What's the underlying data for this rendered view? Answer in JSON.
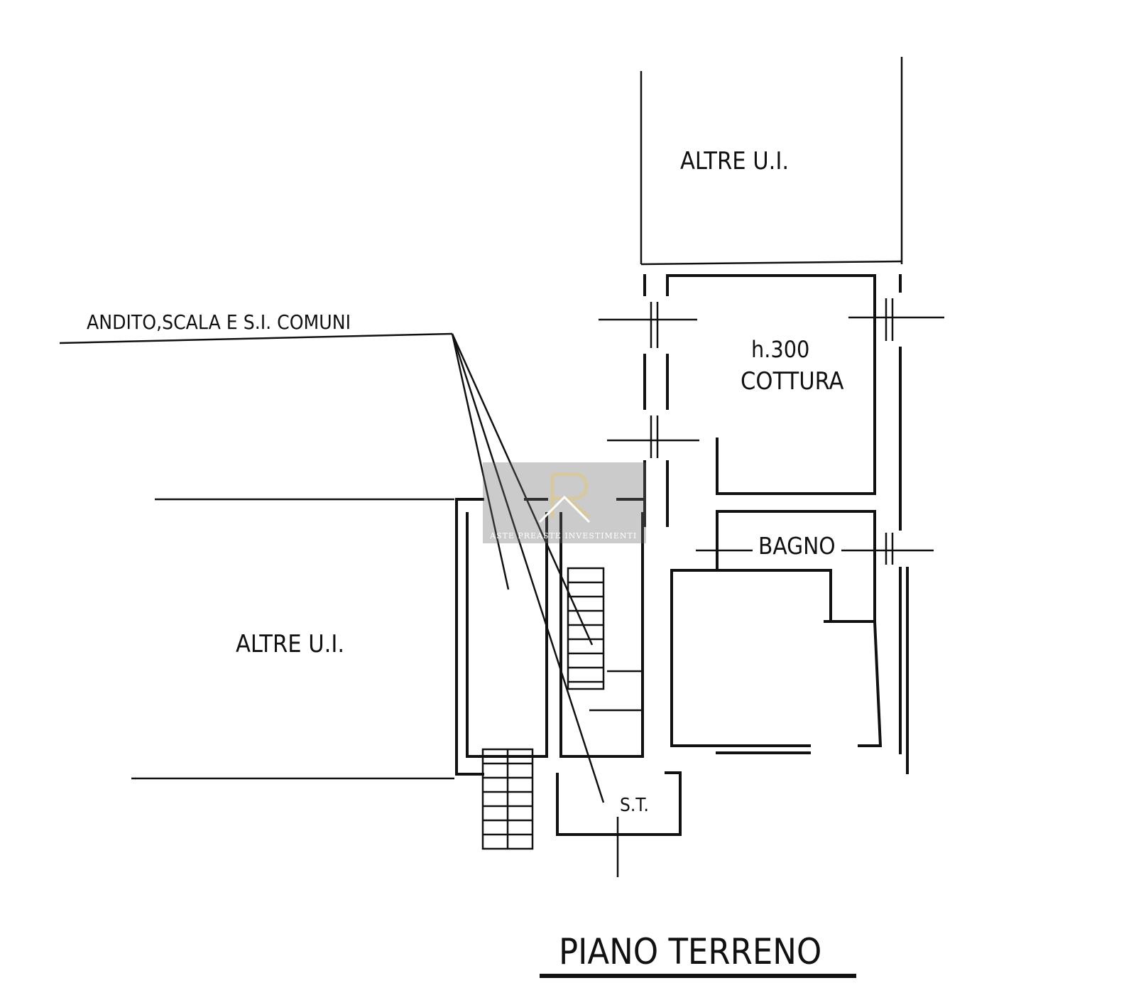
{
  "labels": {
    "altre_top": "ALTRE U.I.",
    "altre_left": "ALTRE U.I.",
    "common": "ANDITO,SCALA E S.I. COMUNI",
    "height": "h.300",
    "cottura": "COTTURA",
    "bagno": "BAGNO",
    "st": "S.T.",
    "title": "PIANO TERRENO"
  },
  "watermark": {
    "text": "ASTE PREASTE INVESTIMENTI"
  },
  "colors": {
    "ink": "#111111",
    "background": "#ffffff",
    "watermark": "#6b6b6b"
  }
}
